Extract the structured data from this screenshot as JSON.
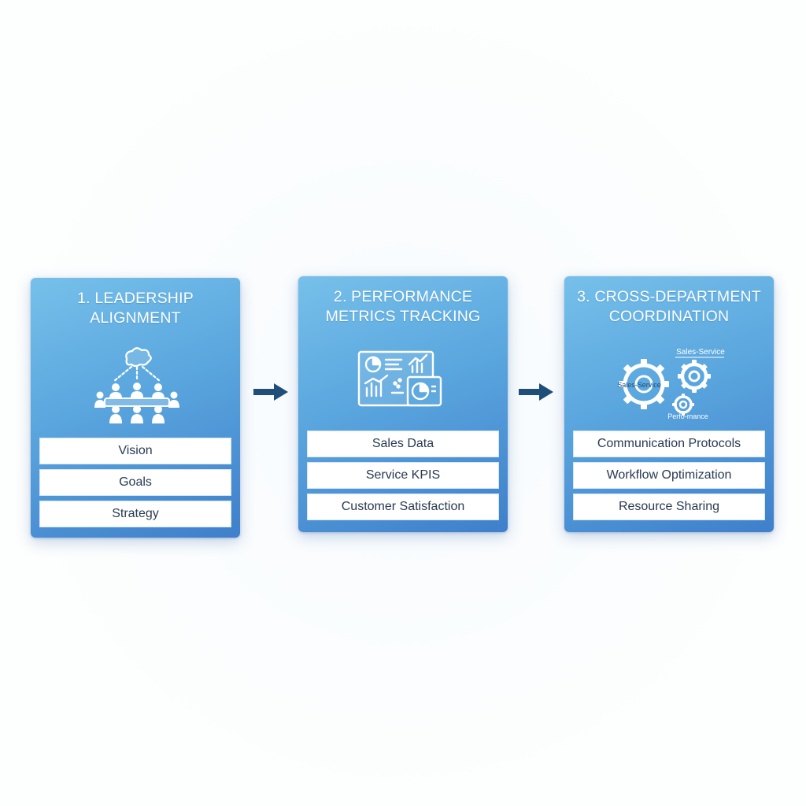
{
  "colors": {
    "card_gradient_start": "#76c0ea",
    "card_gradient_end": "#3f7fcb",
    "arrow": "#1f4e7a",
    "item_text": "#283a52"
  },
  "steps": [
    {
      "title_line1": "1. LEADERSHIP",
      "title_line2": "ALIGNMENT",
      "icon": "team-meeting-icon",
      "items": [
        "Vision",
        "Goals",
        "Strategy"
      ]
    },
    {
      "title_line1": "2. PERFORMANCE",
      "title_line2": "METRICS TRACKING",
      "icon": "dashboard-icon",
      "items": [
        "Sales Data",
        "Service KPIS",
        "Customer Satisfaction"
      ]
    },
    {
      "title_line1": "3. CROSS-DEPARTMENT",
      "title_line2": "COORDINATION",
      "icon": "gears-icon",
      "icon_labels": [
        "Sales-Service",
        "Sales-Service",
        "Perfo-mance"
      ],
      "items": [
        "Communication Protocols",
        "Workflow Optimization",
        "Resource Sharing"
      ]
    }
  ],
  "connectors": [
    "arrow-right-icon",
    "arrow-right-icon"
  ]
}
